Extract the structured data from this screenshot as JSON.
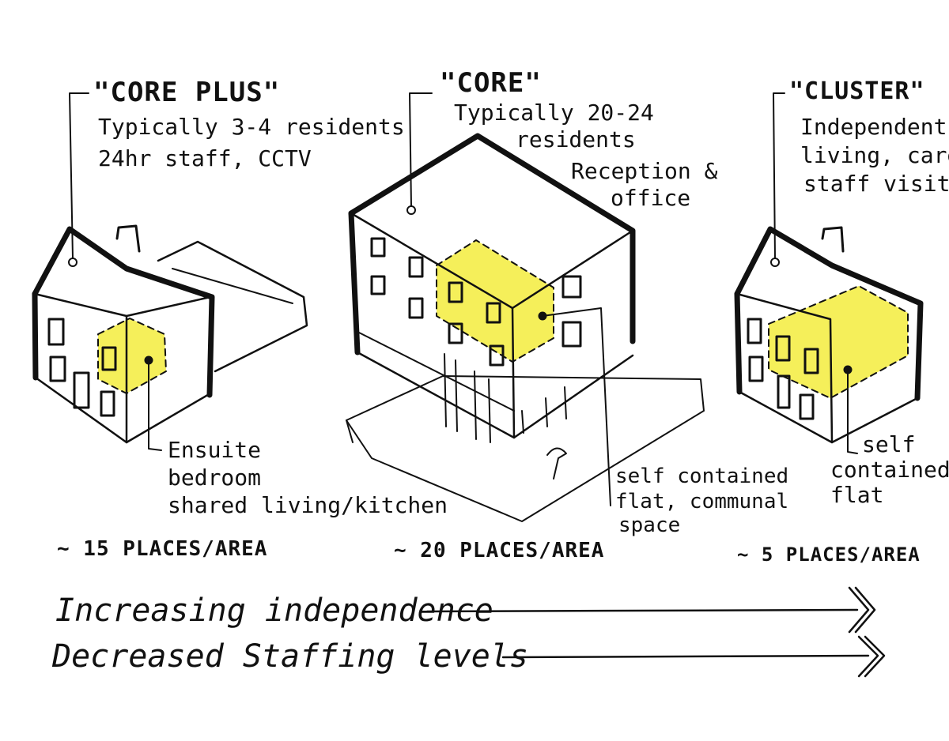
{
  "colors": {
    "ink": "#111111",
    "highlight": "#f5ef5a",
    "paper": "#ffffff"
  },
  "core_plus": {
    "title": "\"CORE PLUS\"",
    "line1": "Typically 3-4 residents",
    "line2": "24hr staff, CCTV",
    "note1": "Ensuite",
    "note2": "bedroom",
    "note3": "shared living/kitchen",
    "places": "~ 15 PLACES/AREA"
  },
  "core": {
    "title": "\"CORE\"",
    "line1": "Typically 20-24",
    "line2": "residents",
    "line3": "Reception &",
    "line4": "office",
    "note1": "self contained",
    "note2": "flat, communal",
    "note3": "space",
    "places": "~ 20 PLACES/AREA"
  },
  "cluster": {
    "title": "\"CLUSTER\"",
    "line1": "Independent",
    "line2": "living, care",
    "line3": "staff visit",
    "note1": "self",
    "note2": "contained",
    "note3": "flat",
    "places": "~ 5 PLACES/AREA"
  },
  "legend": {
    "line1": "Increasing independence",
    "line2": "Decreased Staffing levels"
  }
}
